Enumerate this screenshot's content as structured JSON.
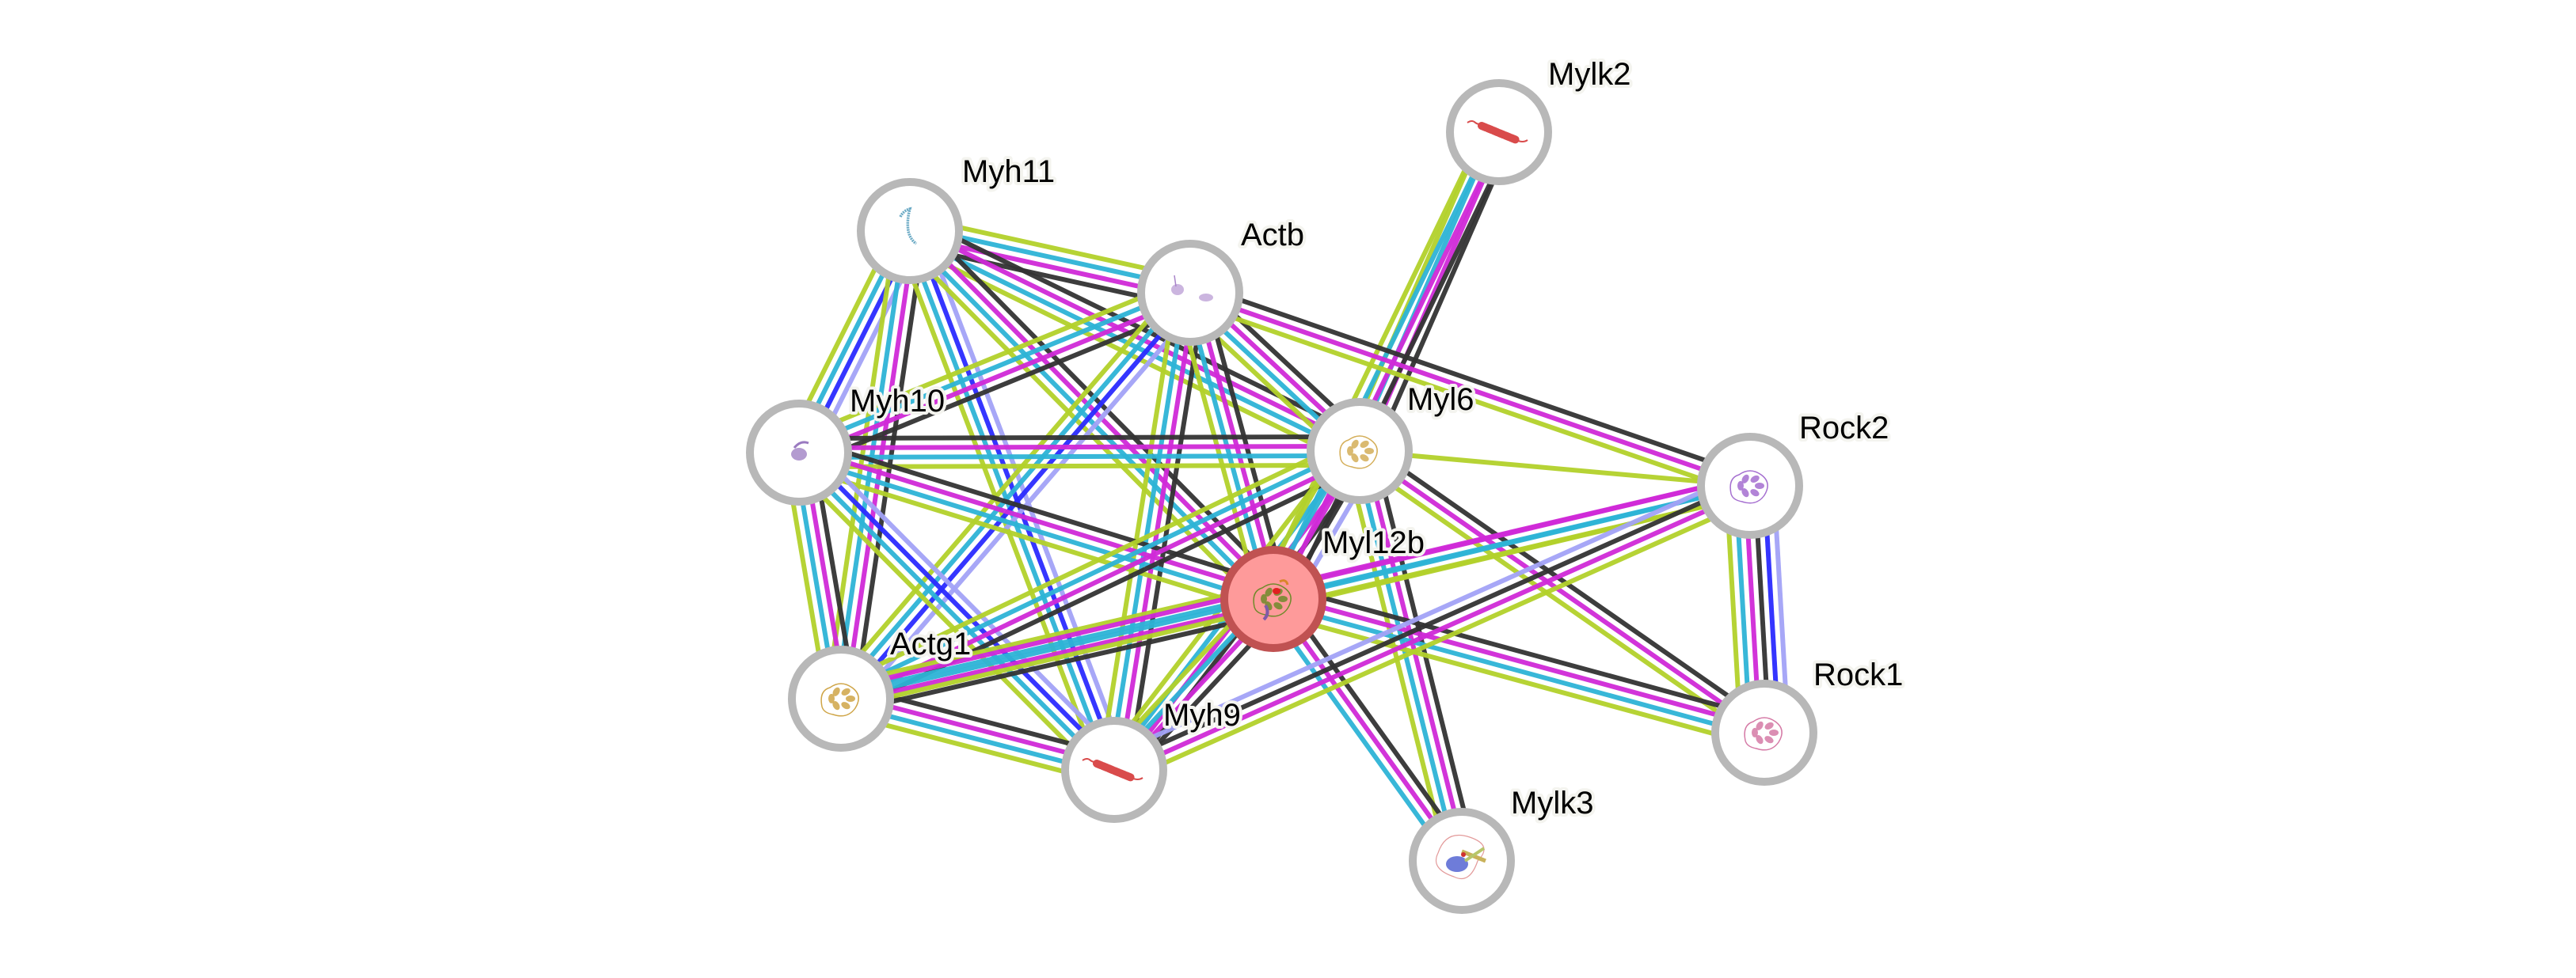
{
  "network": {
    "evidence_colors": {
      "neighborhood": "#2b2bff",
      "gene_fusion": "#ff2020",
      "cooccurrence": "#a3a3f7",
      "coexpression": "#333333",
      "experiments": "#d02ad8",
      "databases": "#2eb4d6",
      "textmining": "#b3d12b",
      "homology": "#a3a3f7"
    },
    "query_node_color": "#fe9a9a",
    "query_ring_color": "#c05252",
    "node_fill": "#ffffff",
    "ring_color": "#b8b8b8",
    "nodes": [
      {
        "id": "Mylk2",
        "label": "Mylk2",
        "query": false,
        "glyph": "helix",
        "glyph_color": "#d94b4b"
      },
      {
        "id": "Myh11",
        "label": "Myh11",
        "query": false,
        "glyph": "coil",
        "glyph_color": "#6aa9c4"
      },
      {
        "id": "Actb",
        "label": "Actb",
        "query": false,
        "glyph": "dots",
        "glyph_color": "#a884c9"
      },
      {
        "id": "Myh10",
        "label": "Myh10",
        "query": false,
        "glyph": "blob",
        "glyph_color": "#9a7ac0"
      },
      {
        "id": "Myl6",
        "label": "Myl6",
        "query": false,
        "glyph": "globular",
        "glyph_color": "#d4ae58"
      },
      {
        "id": "Rock2",
        "label": "Rock2",
        "query": false,
        "glyph": "globular",
        "glyph_color": "#a56fd0"
      },
      {
        "id": "Myl12b",
        "label": "Myl12b",
        "query": true,
        "glyph": "globular",
        "glyph_color": "#6f8a2a"
      },
      {
        "id": "Actg1",
        "label": "Actg1",
        "query": false,
        "glyph": "globular",
        "glyph_color": "#cfa547"
      },
      {
        "id": "Myh9",
        "label": "Myh9",
        "query": false,
        "glyph": "helix",
        "glyph_color": "#d94b4b"
      },
      {
        "id": "Rock1",
        "label": "Rock1",
        "query": false,
        "glyph": "globular",
        "glyph_color": "#d57aa6"
      },
      {
        "id": "Mylk3",
        "label": "Mylk3",
        "query": false,
        "glyph": "tangle",
        "glyph_color": "#4a5bd0"
      }
    ],
    "edges": [
      {
        "source": "Myl6",
        "target": "Mylk2",
        "evidence": [
          "textmining",
          "databases",
          "experiments",
          "coexpression"
        ]
      },
      {
        "source": "Myl12b",
        "target": "Mylk2",
        "evidence": [
          "textmining",
          "databases",
          "experiments",
          "coexpression"
        ]
      },
      {
        "source": "Myh11",
        "target": "Actb",
        "evidence": [
          "textmining",
          "databases",
          "experiments",
          "coexpression"
        ]
      },
      {
        "source": "Myh11",
        "target": "Myh10",
        "evidence": [
          "cooccurrence",
          "neighborhood",
          "databases",
          "textmining"
        ]
      },
      {
        "source": "Myh11",
        "target": "Actg1",
        "evidence": [
          "coexpression",
          "experiments",
          "databases",
          "textmining"
        ]
      },
      {
        "source": "Myh11",
        "target": "Myh9",
        "evidence": [
          "cooccurrence",
          "neighborhood",
          "databases",
          "textmining"
        ]
      },
      {
        "source": "Myh11",
        "target": "Myl6",
        "evidence": [
          "coexpression",
          "experiments",
          "databases",
          "textmining"
        ]
      },
      {
        "source": "Myh11",
        "target": "Myl12b",
        "evidence": [
          "coexpression",
          "experiments",
          "databases",
          "textmining"
        ]
      },
      {
        "source": "Actb",
        "target": "Myh10",
        "evidence": [
          "coexpression",
          "experiments",
          "databases",
          "textmining"
        ]
      },
      {
        "source": "Actb",
        "target": "Actg1",
        "evidence": [
          "cooccurrence",
          "neighborhood",
          "databases",
          "textmining"
        ]
      },
      {
        "source": "Actb",
        "target": "Myh9",
        "evidence": [
          "coexpression",
          "experiments",
          "databases",
          "textmining"
        ]
      },
      {
        "source": "Actb",
        "target": "Myl6",
        "evidence": [
          "coexpression",
          "experiments",
          "databases",
          "textmining"
        ]
      },
      {
        "source": "Actb",
        "target": "Myl12b",
        "evidence": [
          "coexpression",
          "experiments",
          "databases",
          "textmining"
        ]
      },
      {
        "source": "Actb",
        "target": "Rock2",
        "evidence": [
          "coexpression",
          "experiments",
          "textmining"
        ]
      },
      {
        "source": "Myh10",
        "target": "Myl6",
        "evidence": [
          "coexpression",
          "experiments",
          "databases",
          "textmining"
        ]
      },
      {
        "source": "Myh10",
        "target": "Myl12b",
        "evidence": [
          "coexpression",
          "experiments",
          "databases",
          "textmining"
        ]
      },
      {
        "source": "Myh10",
        "target": "Actg1",
        "evidence": [
          "coexpression",
          "experiments",
          "databases",
          "textmining"
        ]
      },
      {
        "source": "Myh10",
        "target": "Myh9",
        "evidence": [
          "cooccurrence",
          "neighborhood",
          "databases",
          "textmining"
        ]
      },
      {
        "source": "Myl6",
        "target": "Actg1",
        "evidence": [
          "coexpression",
          "experiments",
          "databases",
          "textmining"
        ]
      },
      {
        "source": "Myl6",
        "target": "Myh9",
        "evidence": [
          "coexpression",
          "experiments",
          "databases",
          "textmining"
        ]
      },
      {
        "source": "Myl6",
        "target": "Myl12b",
        "evidence": [
          "cooccurrence",
          "coexpression",
          "experiments",
          "databases",
          "textmining"
        ]
      },
      {
        "source": "Myl6",
        "target": "Rock2",
        "evidence": [
          "textmining"
        ]
      },
      {
        "source": "Myl6",
        "target": "Rock1",
        "evidence": [
          "coexpression",
          "experiments",
          "textmining"
        ]
      },
      {
        "source": "Myl6",
        "target": "Mylk3",
        "evidence": [
          "coexpression",
          "experiments",
          "databases",
          "textmining"
        ]
      },
      {
        "source": "Myl12b",
        "target": "Actg1",
        "evidence": [
          "coexpression",
          "experiments",
          "databases",
          "textmining"
        ]
      },
      {
        "source": "Myl12b",
        "target": "Myh9",
        "evidence": [
          "coexpression",
          "experiments",
          "databases",
          "textmining"
        ]
      },
      {
        "source": "Myl12b",
        "target": "Rock2",
        "evidence": [
          "experiments",
          "databases",
          "textmining"
        ]
      },
      {
        "source": "Myl12b",
        "target": "Rock1",
        "evidence": [
          "coexpression",
          "experiments",
          "databases",
          "textmining"
        ]
      },
      {
        "source": "Myl12b",
        "target": "Mylk3",
        "evidence": [
          "coexpression",
          "experiments",
          "databases"
        ]
      },
      {
        "source": "Actg1",
        "target": "Myh9",
        "evidence": [
          "coexpression",
          "experiments",
          "databases",
          "textmining"
        ]
      },
      {
        "source": "Actg1",
        "target": "Rock2",
        "evidence": [
          "experiments",
          "databases",
          "textmining"
        ]
      },
      {
        "source": "Myh9",
        "target": "Rock2",
        "evidence": [
          "cooccurrence",
          "coexpression",
          "experiments",
          "textmining"
        ]
      },
      {
        "source": "Rock2",
        "target": "Rock1",
        "evidence": [
          "cooccurrence",
          "neighborhood",
          "coexpression",
          "experiments",
          "databases",
          "textmining"
        ]
      }
    ]
  }
}
